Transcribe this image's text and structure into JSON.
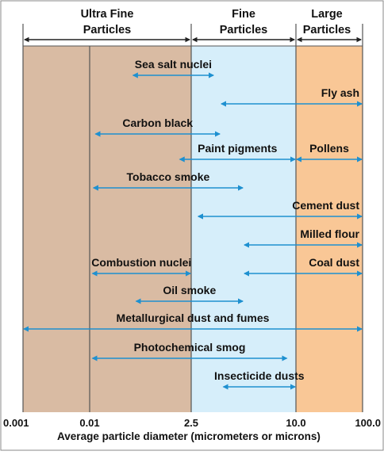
{
  "diagram": {
    "colors": {
      "ultra_fine_bg": "#D9BBA3",
      "fine_bg": "#D6EEFA",
      "large_bg": "#F9C796",
      "arrow": "#1E90D0",
      "header_arrow": "#222222",
      "divider": "#555555"
    },
    "categories": [
      {
        "id": "ultra-fine",
        "line1": "Ultra Fine",
        "line2": "Particles",
        "from": 0,
        "to": 2
      },
      {
        "id": "fine",
        "line1": "Fine",
        "line2": "Particles",
        "from": 2,
        "to": 3
      },
      {
        "id": "large",
        "line1": "Large",
        "line2": "Particles",
        "from": 3,
        "to": 4
      }
    ],
    "ticks": [
      "0.001",
      "0.01",
      "2.5",
      "10.0",
      "100.0"
    ],
    "axis_label": "Average particle diameter (micrometers or microns)",
    "items": [
      {
        "label": "Sea salt nuclei",
        "from": 1.42,
        "to": 2.22
      },
      {
        "label": "Fly ash",
        "from": 2.28,
        "to": 4.0
      },
      {
        "label": "Carbon black",
        "from": 1.05,
        "to": 2.28
      },
      {
        "label": "Paint pigments",
        "from": 1.88,
        "to": 3.0
      },
      {
        "label": "Pollens",
        "from": 3.0,
        "to": 4.0
      },
      {
        "label": "Tobacco smoke",
        "from": 1.03,
        "to": 2.5
      },
      {
        "label": "Cement dust",
        "from": 2.06,
        "to": 4.0
      },
      {
        "label": "Milled flour",
        "from": 2.5,
        "to": 4.0
      },
      {
        "label": "Combustion nuclei",
        "from": 1.02,
        "to": 2.0
      },
      {
        "label": "Coal dust",
        "from": 2.5,
        "to": 4.0
      },
      {
        "label": "Oil smoke",
        "from": 1.45,
        "to": 2.5
      },
      {
        "label": "Metallurgical dust and fumes",
        "from": 0.0,
        "to": 4.0
      },
      {
        "label": "Photochemical smog",
        "from": 1.02,
        "to": 2.92
      },
      {
        "label": "Insecticide dusts",
        "from": 2.3,
        "to": 3.0
      }
    ]
  }
}
